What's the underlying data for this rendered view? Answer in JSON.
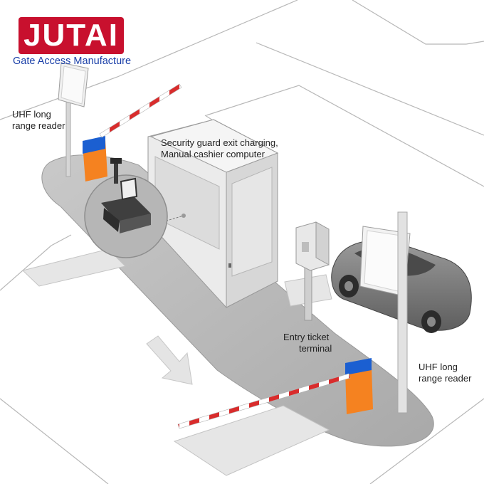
{
  "brand": {
    "name": "JUTAI",
    "tagline": "Gate Access Manufacture",
    "color": "#c8102e",
    "tagline_color": "#1a3fa8"
  },
  "labels": {
    "uhf_top": [
      "UHF long",
      "range reader"
    ],
    "guard": [
      "Security guard exit charging,",
      "Manual cashier computer"
    ],
    "entry": [
      "Entry ticket",
      "terminal"
    ],
    "uhf_bottom": [
      "UHF long",
      "range reader"
    ]
  },
  "colors": {
    "barrier_cabinet": "#f58220",
    "barrier_cap": "#1b5fd1",
    "arm_stripe": "#d92c2c",
    "island": "#bdbdbd",
    "booth": "#e2e2e2"
  }
}
